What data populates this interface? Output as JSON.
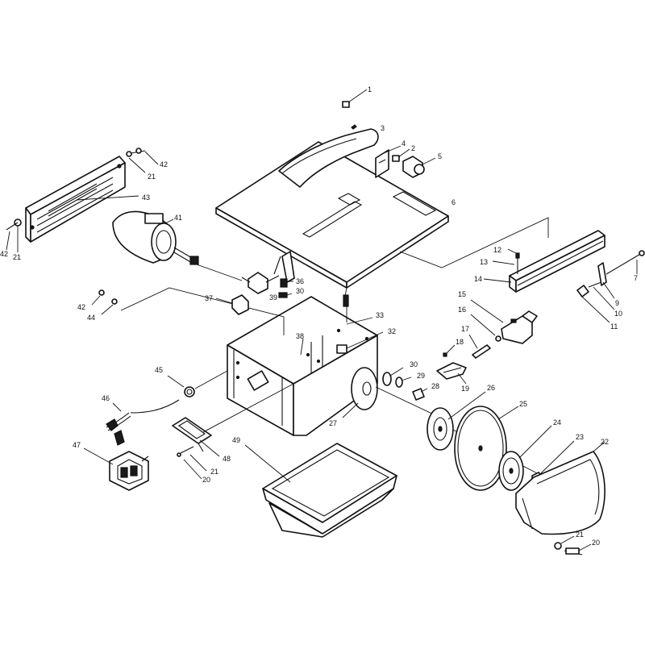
{
  "callouts": [
    {
      "id": "c1",
      "label": "1"
    },
    {
      "id": "c2",
      "label": "2"
    },
    {
      "id": "c3",
      "label": "3"
    },
    {
      "id": "c4",
      "label": "4"
    },
    {
      "id": "c5",
      "label": "5"
    },
    {
      "id": "c6",
      "label": "6"
    },
    {
      "id": "c7",
      "label": "7"
    },
    {
      "id": "c9",
      "label": "9"
    },
    {
      "id": "c10",
      "label": "10"
    },
    {
      "id": "c11",
      "label": "11"
    },
    {
      "id": "c12",
      "label": "12"
    },
    {
      "id": "c13",
      "label": "13"
    },
    {
      "id": "c14",
      "label": "14"
    },
    {
      "id": "c15",
      "label": "15"
    },
    {
      "id": "c16",
      "label": "16"
    },
    {
      "id": "c17",
      "label": "17"
    },
    {
      "id": "c18",
      "label": "18"
    },
    {
      "id": "c19",
      "label": "19"
    },
    {
      "id": "c20a",
      "label": "20"
    },
    {
      "id": "c20b",
      "label": "20"
    },
    {
      "id": "c21a",
      "label": "21"
    },
    {
      "id": "c21b",
      "label": "21"
    },
    {
      "id": "c21c",
      "label": "21"
    },
    {
      "id": "c21d",
      "label": "21"
    },
    {
      "id": "c22",
      "label": "22"
    },
    {
      "id": "c23",
      "label": "23"
    },
    {
      "id": "c24",
      "label": "24"
    },
    {
      "id": "c25",
      "label": "25"
    },
    {
      "id": "c26",
      "label": "26"
    },
    {
      "id": "c27",
      "label": "27"
    },
    {
      "id": "c28",
      "label": "28"
    },
    {
      "id": "c29",
      "label": "29"
    },
    {
      "id": "c30a",
      "label": "30"
    },
    {
      "id": "c30b",
      "label": "30"
    },
    {
      "id": "c32",
      "label": "32"
    },
    {
      "id": "c33",
      "label": "33"
    },
    {
      "id": "c36",
      "label": "36"
    },
    {
      "id": "c37",
      "label": "37"
    },
    {
      "id": "c38",
      "label": "38"
    },
    {
      "id": "c39",
      "label": "39"
    },
    {
      "id": "c41",
      "label": "41"
    },
    {
      "id": "c42a",
      "label": "42"
    },
    {
      "id": "c42b",
      "label": "42"
    },
    {
      "id": "c42c",
      "label": "42"
    },
    {
      "id": "c43",
      "label": "43"
    },
    {
      "id": "c44",
      "label": "44"
    },
    {
      "id": "c45",
      "label": "45"
    },
    {
      "id": "c46",
      "label": "46"
    },
    {
      "id": "c47",
      "label": "47"
    },
    {
      "id": "c48",
      "label": "48"
    },
    {
      "id": "c49",
      "label": "49"
    }
  ]
}
